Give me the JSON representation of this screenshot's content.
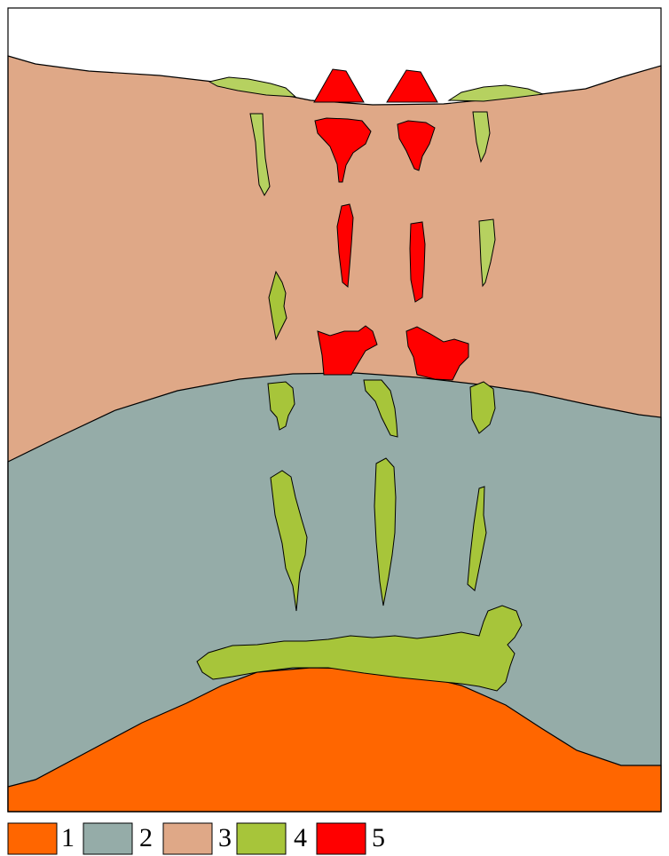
{
  "legend": [
    {
      "label": "1",
      "color": "#ff6600"
    },
    {
      "label": "2",
      "color": "#95aca8"
    },
    {
      "label": "3",
      "color": "#dfa887"
    },
    {
      "label": "4",
      "color": "#a7c53a"
    },
    {
      "label": "5",
      "color": "#ff0000"
    }
  ],
  "colors": {
    "background": "#ffffff",
    "outline": "#000000",
    "layer_4_light": "#b6d160"
  }
}
